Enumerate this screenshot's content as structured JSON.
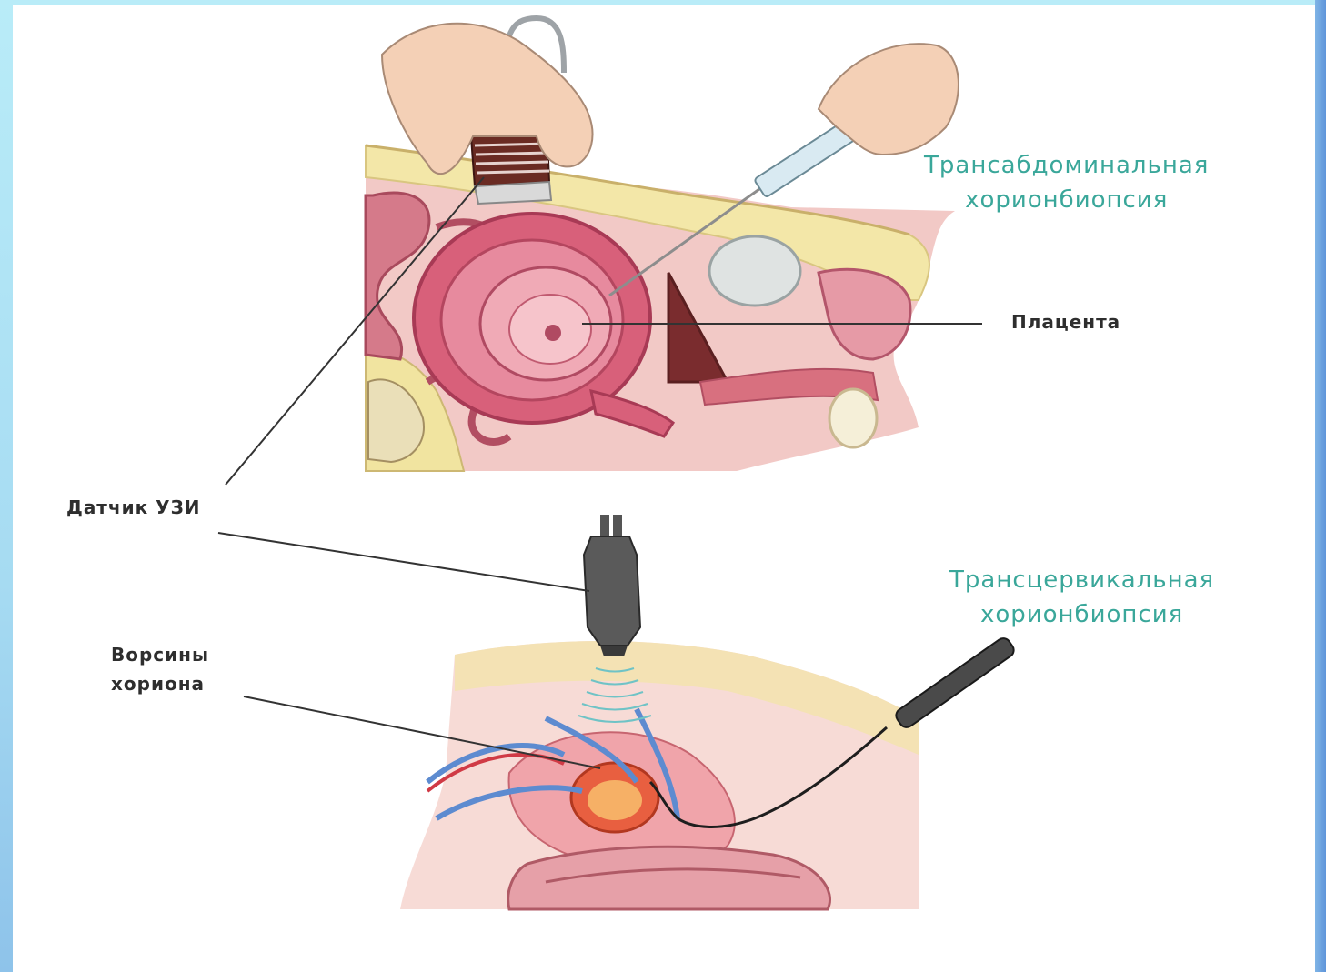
{
  "labels": {
    "transabdominal": [
      "Трансабдоминальная",
      "хорионбиопсия"
    ],
    "placenta": "Плацента",
    "ultrasound_probe": "Датчик УЗИ",
    "transcervical": [
      "Трансцервикальная",
      "хорионбиопсия"
    ],
    "chorionic_villi": [
      "Ворсины",
      "хориона"
    ]
  },
  "colors": {
    "label_teal": "#3aa79a",
    "label_dark": "#2e2e2e",
    "tissue_pink": "#e8a0a8",
    "fat_yellow": "#f3e7a8",
    "uterus_red": "#c9455a",
    "vessel_blue": "#5d8bd0"
  }
}
